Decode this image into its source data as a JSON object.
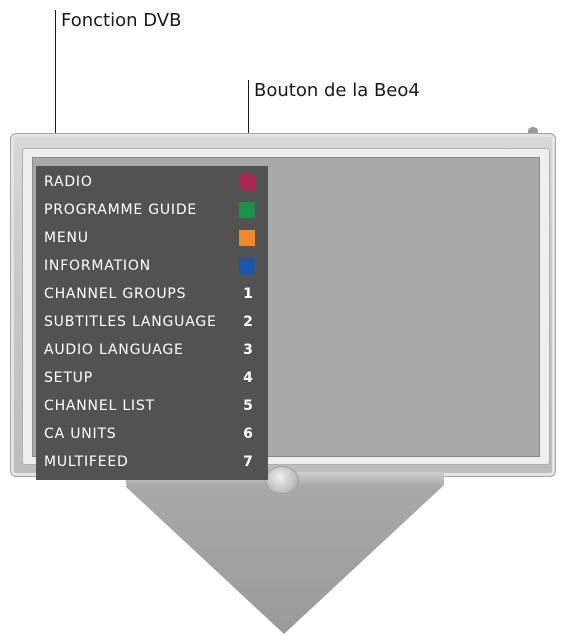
{
  "callouts": {
    "dvb_function": "Fonction DVB",
    "beo4_button": "Bouton de la Beo4"
  },
  "menu": {
    "items": [
      {
        "label": "RADIO",
        "key_color": "#a8284f"
      },
      {
        "label": "PROGRAMME GUIDE",
        "key_color": "#1f8f4f"
      },
      {
        "label": "MENU",
        "key_color": "#f0892a"
      },
      {
        "label": "INFORMATION",
        "key_color": "#1c56a8"
      },
      {
        "label": "CHANNEL GROUPS",
        "key_number": "1"
      },
      {
        "label": "SUBTITLES LANGUAGE",
        "key_number": "2"
      },
      {
        "label": "AUDIO LANGUAGE",
        "key_number": "3"
      },
      {
        "label": "SETUP",
        "key_number": "4"
      },
      {
        "label": "CHANNEL LIST",
        "key_number": "5"
      },
      {
        "label": "CA UNITS",
        "key_number": "6"
      },
      {
        "label": "MULTIFEED",
        "key_number": "7"
      }
    ]
  }
}
